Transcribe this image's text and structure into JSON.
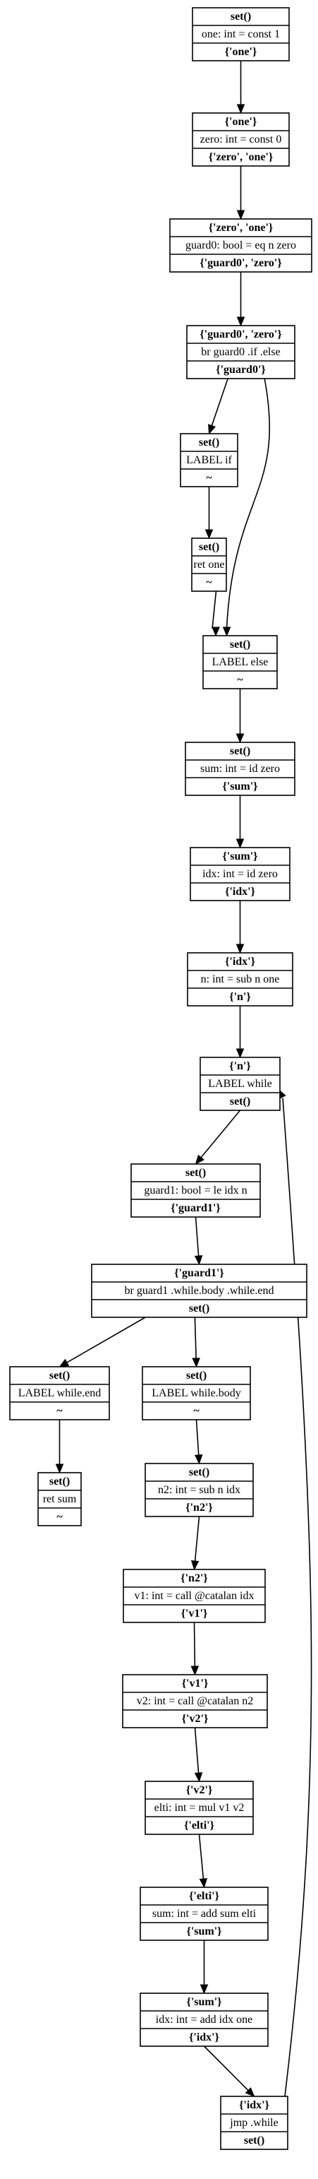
{
  "nodes": [
    {
      "id": "n0",
      "in": "set()",
      "body": "one: int = const 1",
      "out": "{'one'}"
    },
    {
      "id": "n1",
      "in": "{'one'}",
      "body": "zero: int = const 0",
      "out": "{'zero', 'one'}"
    },
    {
      "id": "n2",
      "in": "{'zero', 'one'}",
      "body": "guard0: bool = eq n zero",
      "out": "{'guard0', 'zero'}"
    },
    {
      "id": "n3",
      "in": "{'guard0', 'zero'}",
      "body": "br guard0 .if .else",
      "out": "{'guard0'}"
    },
    {
      "id": "n4",
      "in": "set()",
      "body": "LABEL if",
      "out": "~"
    },
    {
      "id": "n5",
      "in": "set()",
      "body": "ret one",
      "out": "~"
    },
    {
      "id": "n6",
      "in": "set()",
      "body": "LABEL else",
      "out": "~"
    },
    {
      "id": "n7",
      "in": "set()",
      "body": "sum: int = id zero",
      "out": "{'sum'}"
    },
    {
      "id": "n8",
      "in": "{'sum'}",
      "body": "idx: int = id zero",
      "out": "{'idx'}"
    },
    {
      "id": "n9",
      "in": "{'idx'}",
      "body": "n: int = sub n one",
      "out": "{'n'}"
    },
    {
      "id": "n10",
      "in": "{'n'}",
      "body": "LABEL while",
      "out": "set()"
    },
    {
      "id": "n11",
      "in": "set()",
      "body": "guard1: bool = le idx n",
      "out": "{'guard1'}"
    },
    {
      "id": "n12",
      "in": "{'guard1'}",
      "body": "br guard1 .while.body .while.end",
      "out": "set()"
    },
    {
      "id": "n13",
      "in": "set()",
      "body": "LABEL while.end",
      "out": "~"
    },
    {
      "id": "n14",
      "in": "set()",
      "body": "ret sum",
      "out": "~"
    },
    {
      "id": "n15",
      "in": "set()",
      "body": "LABEL while.body",
      "out": "~"
    },
    {
      "id": "n16",
      "in": "set()",
      "body": "n2: int = sub n idx",
      "out": "{'n2'}"
    },
    {
      "id": "n17",
      "in": "{'n2'}",
      "body": "v1: int = call @catalan idx",
      "out": "{'v1'}"
    },
    {
      "id": "n18",
      "in": "{'v1'}",
      "body": "v2: int = call @catalan n2",
      "out": "{'v2'}"
    },
    {
      "id": "n19",
      "in": "{'v2'}",
      "body": "elti: int = mul v1 v2",
      "out": "{'elti'}"
    },
    {
      "id": "n20",
      "in": "{'elti'}",
      "body": "sum: int = add sum elti",
      "out": "{'sum'}"
    },
    {
      "id": "n21",
      "in": "{'sum'}",
      "body": "idx: int = add idx one",
      "out": "{'idx'}"
    },
    {
      "id": "n22",
      "in": "{'idx'}",
      "body": "jmp .while",
      "out": "set()"
    }
  ],
  "edges": [
    {
      "from": "n0",
      "to": "n1"
    },
    {
      "from": "n1",
      "to": "n2"
    },
    {
      "from": "n2",
      "to": "n3"
    },
    {
      "from": "n3",
      "to": "n4"
    },
    {
      "from": "n3",
      "to": "n6"
    },
    {
      "from": "n4",
      "to": "n5"
    },
    {
      "from": "n5",
      "to": "n6"
    },
    {
      "from": "n6",
      "to": "n7"
    },
    {
      "from": "n7",
      "to": "n8"
    },
    {
      "from": "n8",
      "to": "n9"
    },
    {
      "from": "n9",
      "to": "n10"
    },
    {
      "from": "n10",
      "to": "n11"
    },
    {
      "from": "n11",
      "to": "n12"
    },
    {
      "from": "n12",
      "to": "n13"
    },
    {
      "from": "n12",
      "to": "n15"
    },
    {
      "from": "n13",
      "to": "n14"
    },
    {
      "from": "n15",
      "to": "n16"
    },
    {
      "from": "n16",
      "to": "n17"
    },
    {
      "from": "n17",
      "to": "n18"
    },
    {
      "from": "n18",
      "to": "n19"
    },
    {
      "from": "n19",
      "to": "n20"
    },
    {
      "from": "n20",
      "to": "n21"
    },
    {
      "from": "n21",
      "to": "n22"
    },
    {
      "from": "n22",
      "to": "n10"
    }
  ]
}
